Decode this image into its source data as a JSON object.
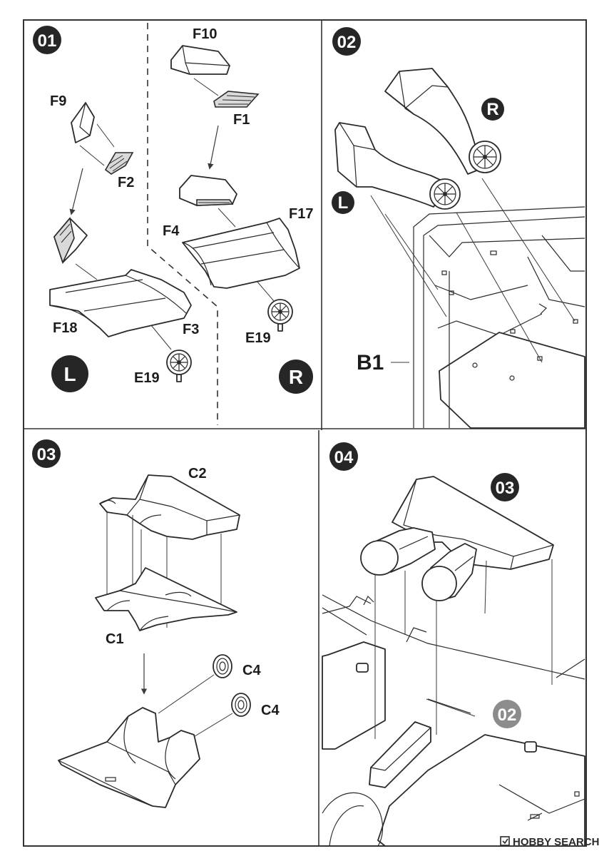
{
  "steps": {
    "s01": {
      "number": "01",
      "labels": {
        "f10": "F10",
        "f1": "F1",
        "f9": "F9",
        "f2": "F2",
        "f4": "F4",
        "f17": "F17",
        "f18": "F18",
        "f3": "F3",
        "e19_left": "E19",
        "e19_right": "E19"
      },
      "side_left": "L",
      "side_right": "R"
    },
    "s02": {
      "number": "02",
      "labels": {
        "b1": "B1"
      },
      "side_left": "L",
      "side_right": "R"
    },
    "s03": {
      "number": "03",
      "labels": {
        "c2": "C2",
        "c1": "C1",
        "c4_top": "C4",
        "c4_bottom": "C4"
      }
    },
    "s04": {
      "number": "04",
      "refs": {
        "step03": "03",
        "step02": "02"
      }
    }
  },
  "watermark": "HOBBY SEARCH",
  "colors": {
    "ink": "#1c1c1c",
    "badge": "#262626",
    "badge_grey": "#8c8c8c",
    "paper": "#ffffff"
  }
}
